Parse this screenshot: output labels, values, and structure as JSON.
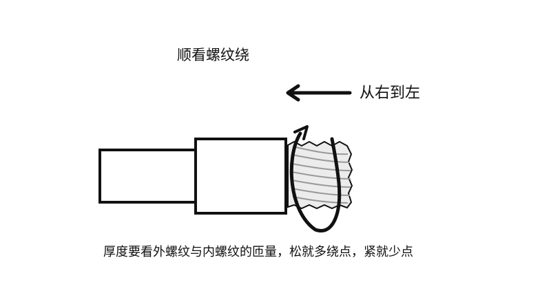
{
  "texts": {
    "title": "顺看螺纹绕",
    "direction": "从右到左",
    "caption": "厚度要看外螺纹与内螺纹的匝量，松就多绕点，紧就少点"
  },
  "icons": {
    "direction_arrow": "left-arrow-icon",
    "rotation_arrow": "circular-rotation-arrow-icon"
  },
  "colors": {
    "stroke": "#111111",
    "thread_fill": "#ececec",
    "background": "#ffffff"
  }
}
